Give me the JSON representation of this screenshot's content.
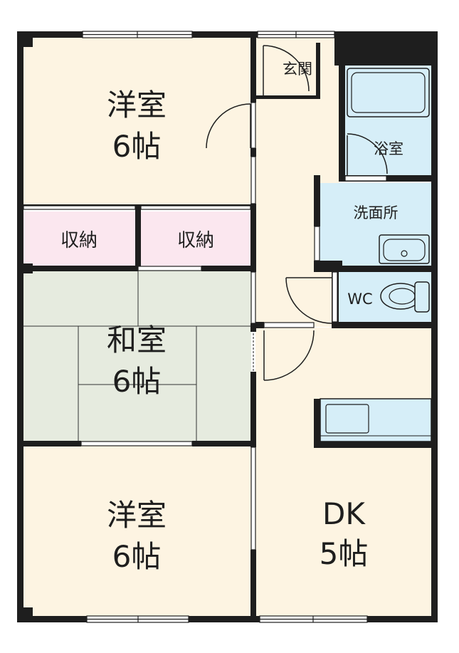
{
  "rooms": {
    "western_top": {
      "name": "洋室",
      "size": "6帖"
    },
    "storage_left": {
      "name": "収納"
    },
    "storage_right": {
      "name": "収納"
    },
    "japanese": {
      "name": "和室",
      "size": "6帖"
    },
    "western_bottom": {
      "name": "洋室",
      "size": "6帖"
    },
    "entrance": {
      "name": "玄関"
    },
    "bath": {
      "name": "浴室"
    },
    "washroom": {
      "name": "洗面所"
    },
    "toilet": {
      "name": "WC"
    },
    "dk": {
      "name": "DK",
      "size": "5帖"
    }
  },
  "colors": {
    "wall": "#1e1e1e",
    "floor_cream": "#fdf4e2",
    "storage_pink": "#fbe7ef",
    "tatami_green": "#e6ebdf",
    "wet_blue": "#d6eef8"
  }
}
